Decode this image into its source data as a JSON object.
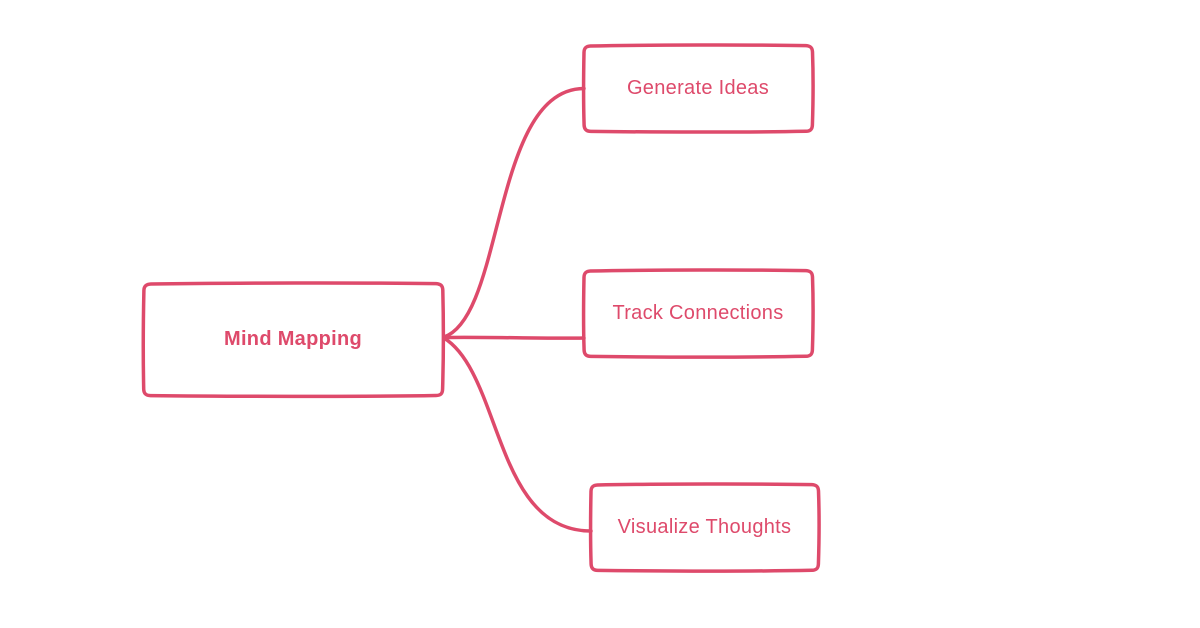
{
  "diagram": {
    "type": "mindmap",
    "background_color": "#ffffff",
    "accent_color": "#DE4A6B",
    "root": {
      "label": "Mind Mapping"
    },
    "children": [
      {
        "label": "Generate Ideas"
      },
      {
        "label": "Track Connections"
      },
      {
        "label": "Visualize Thoughts"
      }
    ]
  }
}
